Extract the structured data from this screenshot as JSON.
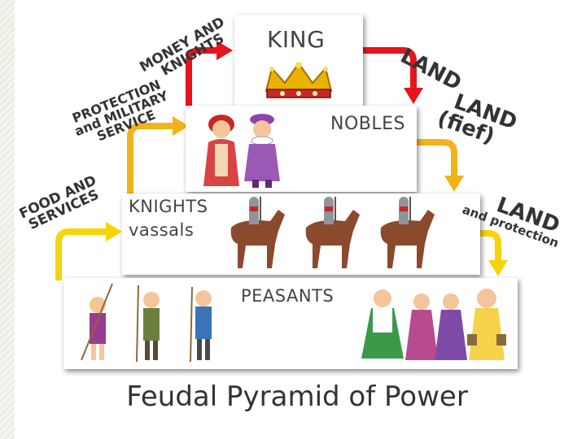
{
  "tiers": {
    "king": "KING",
    "nobles": "NOBLES",
    "knights": [
      "KNIGHTS",
      "vassals"
    ],
    "peasants": "PEASANTS"
  },
  "flows_down": {
    "to_nobles": "LAND",
    "to_knights": [
      "LAND",
      "(fief)"
    ],
    "to_peasants": [
      "LAND",
      "and protection"
    ]
  },
  "flows_up": {
    "from_nobles": [
      "MONEY AND",
      "KNIGHTS"
    ],
    "from_knights": [
      "PROTECTION",
      "and MILITARY",
      "SERVICE"
    ],
    "from_peasants": [
      "FOOD AND",
      "SERVICES"
    ]
  },
  "caption": "Feudal Pyramid of Power",
  "colors": {
    "arrow_top": "#e8141c",
    "arrow_bottom": "#f5d50a",
    "crown": "#e8b400"
  }
}
